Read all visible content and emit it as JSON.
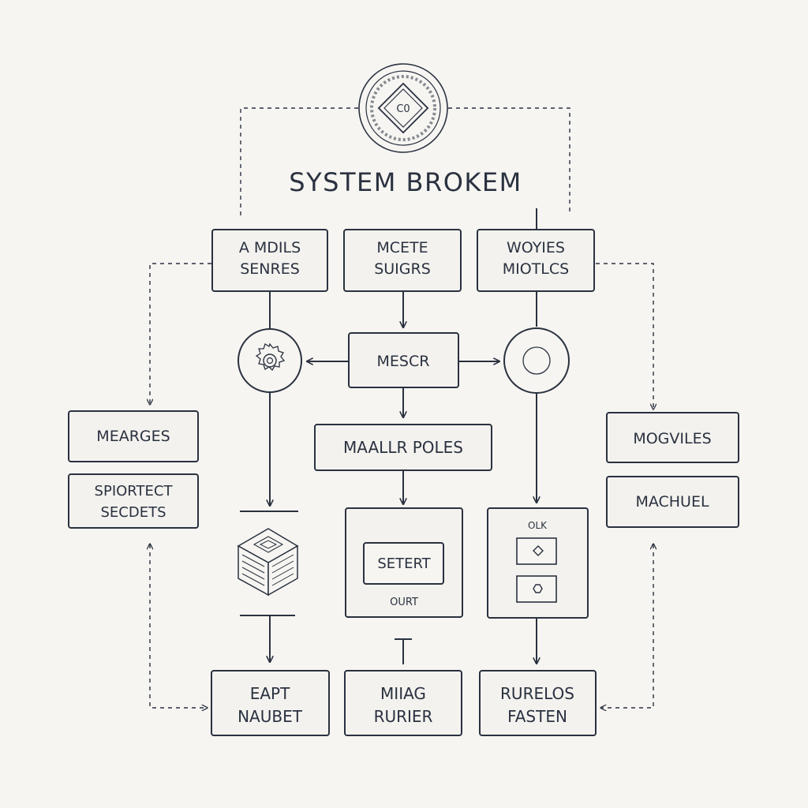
{
  "diagram": {
    "title": "SYSTEM BROKEM",
    "logo_text": "C0",
    "top_boxes": [
      {
        "line1": "A MDILS",
        "line2": "SENRES"
      },
      {
        "line1": "MCETE",
        "line2": "SUIGRS"
      },
      {
        "line1": "WOYIES",
        "line2": "MIOTLCS"
      }
    ],
    "center_box": "MESCR",
    "mid_box": "MAALLR POLES",
    "left_boxes": [
      {
        "line1": "MEARGES",
        "line2": ""
      },
      {
        "line1": "SPIORTECT",
        "line2": "SECDETS"
      }
    ],
    "right_boxes": [
      {
        "line1": "MOGVILES",
        "line2": ""
      },
      {
        "line1": "MACHUEL",
        "line2": ""
      }
    ],
    "inner_panel": {
      "button_label": "SETERT",
      "caption": "OURT"
    },
    "right_panel": {
      "caption": "OLK"
    },
    "bottom_boxes": [
      {
        "line1": "EAPT",
        "line2": "NAUBET"
      },
      {
        "line1": "MIIAG",
        "line2": "RURIER"
      },
      {
        "line1": "RURELOS",
        "line2": "FASTEN"
      }
    ],
    "colors": {
      "background": "#f6f5f1",
      "stroke": "#2a3140",
      "box_fill": "#f3f2ee"
    },
    "icons": [
      "logo-seal-icon",
      "gear-icon",
      "circle-node-icon",
      "cube-icon",
      "diamond-icon",
      "hexagon-icon"
    ]
  }
}
